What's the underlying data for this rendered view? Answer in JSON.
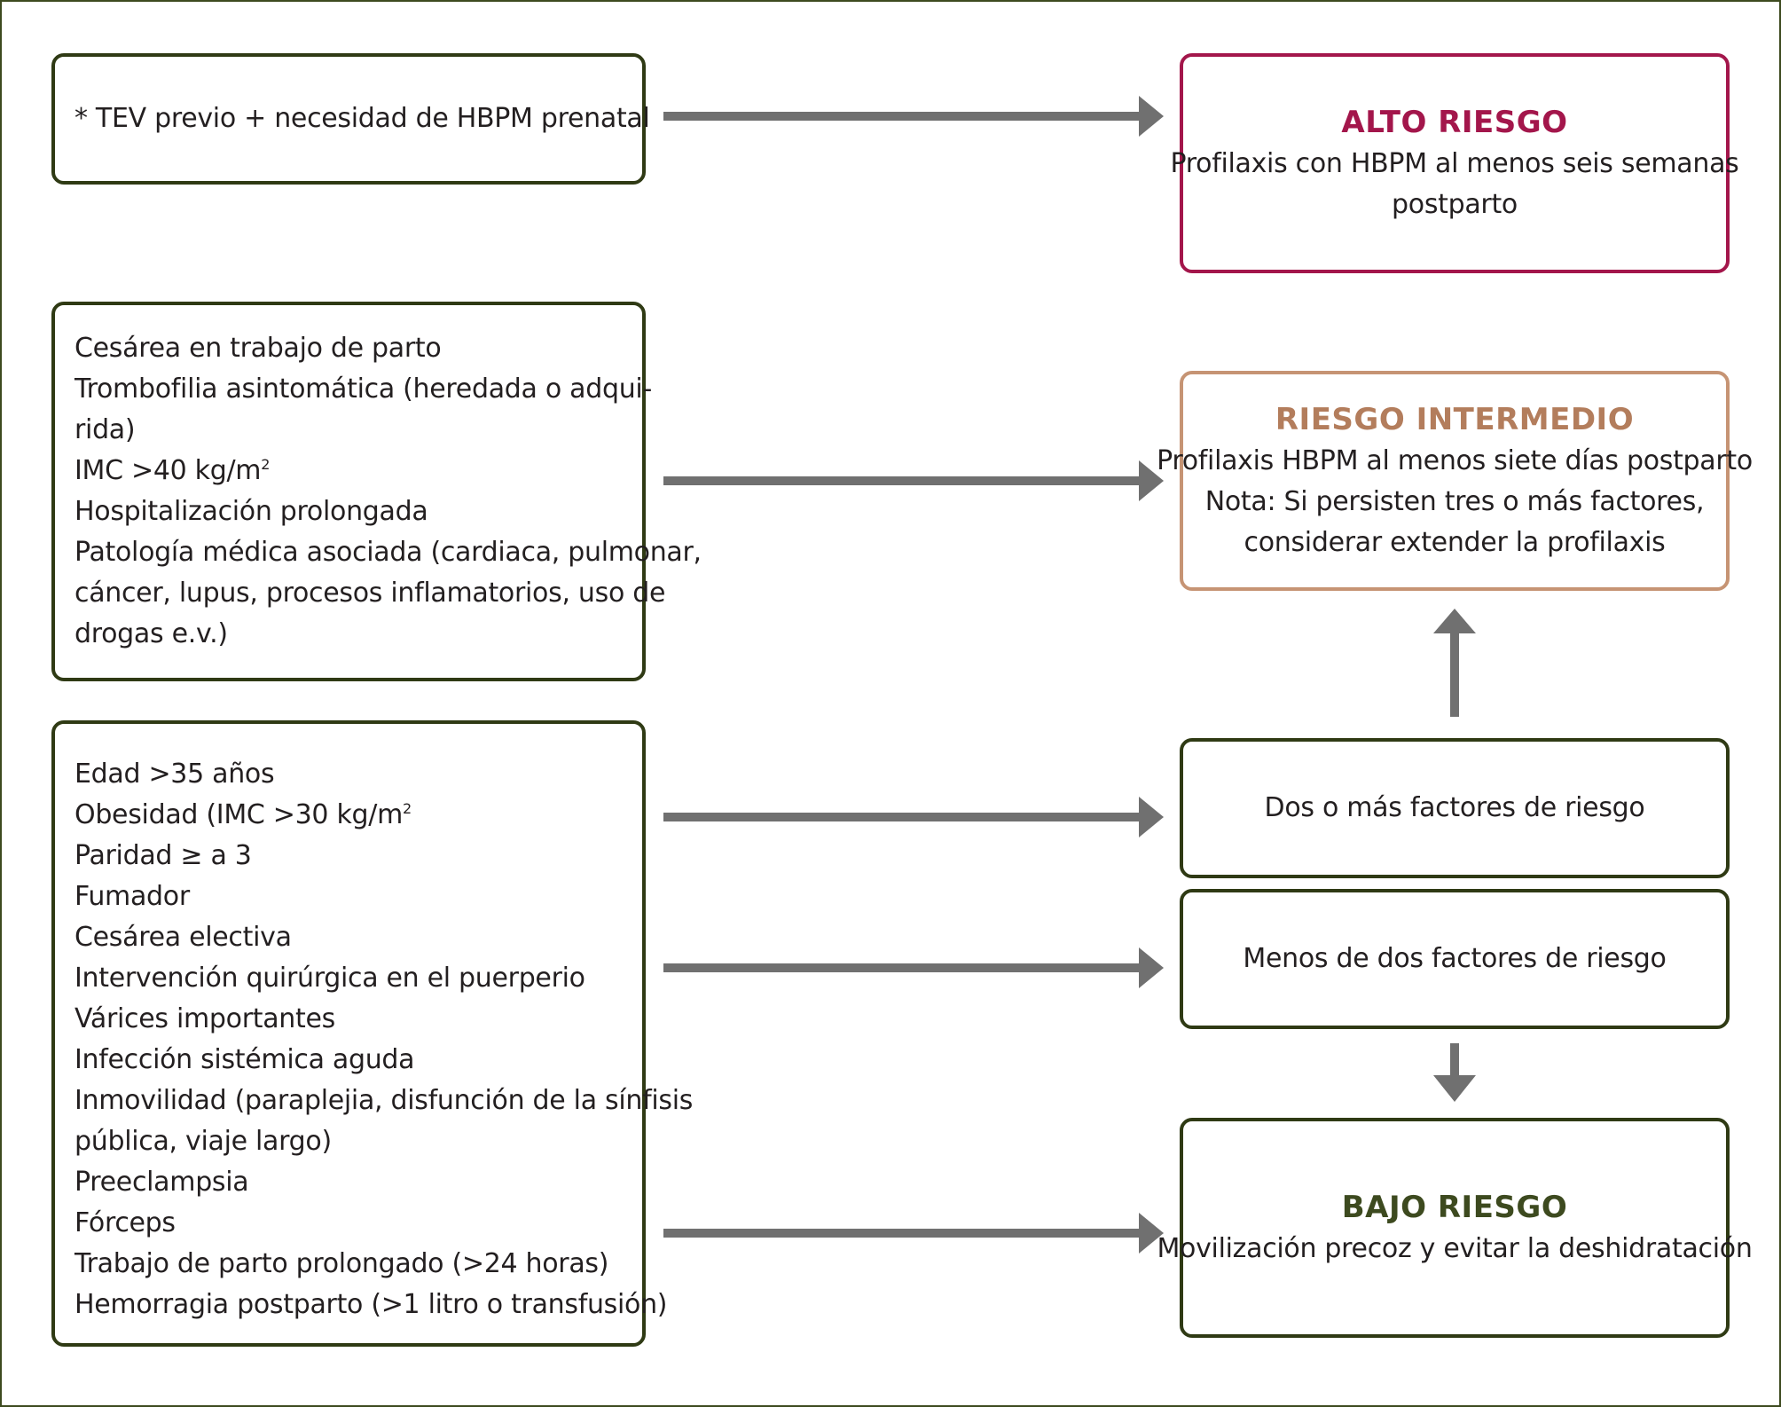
{
  "diagram": {
    "box_high_criteria": {
      "lines": [
        "* TEV previo + necesidad de HBPM prenatal"
      ]
    },
    "box_mid_criteria": {
      "lines": [
        "Cesárea en trabajo de parto",
        "Trombofilia asintomática (heredada o adqui-",
        "rida)",
        "IMC >40 kg/m",
        "Hospitalización prolongada",
        "Patología médica asociada (cardiaca, pulmonar,",
        "cáncer, lupus, procesos inflamatorios, uso de",
        "drogas e.v.)"
      ],
      "superscript": "2"
    },
    "box_low_criteria": {
      "lines": [
        "Edad >35 años",
        "Obesidad (IMC >30 kg/m",
        "Paridad ≥ a 3",
        "Fumador",
        "Cesárea electiva",
        "Intervención quirúrgica en el puerperio",
        "Várices importantes",
        "Infección sistémica aguda",
        "Inmovilidad (paraplejia, disfunción de la sínfisis",
        "pública, viaje largo)",
        "Preeclampsia",
        "Fórceps",
        "Trabajo de parto prolongado (>24 horas)",
        "Hemorragia postparto (>1 litro o transfusión)"
      ],
      "superscript": "2"
    },
    "high_risk": {
      "title": "ALTO RIESGO",
      "lines": [
        "Profilaxis con HBPM al menos seis semanas",
        "postparto"
      ],
      "color": "#a3164b"
    },
    "mid_risk": {
      "title": "RIESGO INTERMEDIO",
      "lines": [
        "Profilaxis HBPM al menos siete días postparto",
        "Nota: Si persisten tres o más factores,",
        "considerar extender la profilaxis"
      ],
      "color": "#b37d5c"
    },
    "two_or_more": {
      "text": "Dos o más factores de riesgo"
    },
    "less_than_two": {
      "text": "Menos de dos factores de riesgo"
    },
    "low_risk": {
      "title": "BAJO RIESGO",
      "lines": [
        "Movilización precoz y evitar la deshidratación"
      ],
      "color": "#3d4a1f"
    },
    "arrow_color": "#707070",
    "border_color": "#2f3a14"
  }
}
